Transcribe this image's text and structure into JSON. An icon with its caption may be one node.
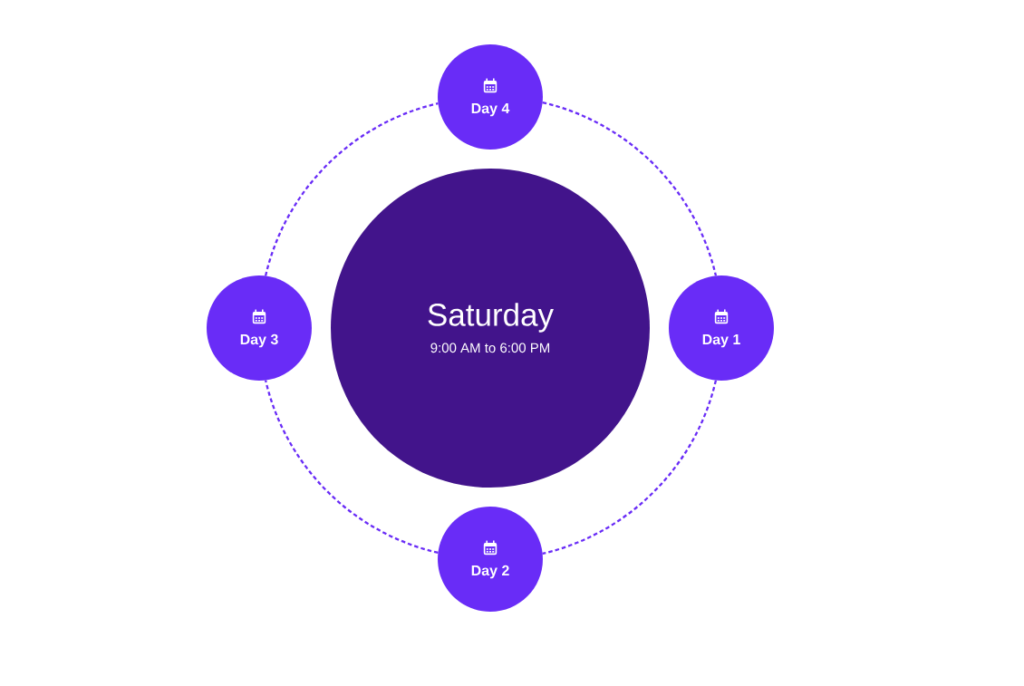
{
  "diagram": {
    "nodes": [
      {
        "text": [
          "Day 4"
        ]
      },
      {
        "text": [
          "Day 3"
        ]
      },
      {
        "text": [
          "Saturday",
          "9:00 AM to 6:00 PM"
        ]
      },
      {
        "text": [
          "Day 1"
        ]
      },
      {
        "text": [
          "Day 2"
        ]
      }
    ],
    "edges": [
      {
        "from": 0,
        "to": 3,
        "arrow": "none",
        "style": "dashed"
      },
      {
        "from": 3,
        "to": 4,
        "arrow": "none",
        "style": "dashed"
      },
      {
        "from": 4,
        "to": 1,
        "arrow": "none",
        "style": "dashed"
      },
      {
        "from": 1,
        "to": 0,
        "arrow": "none",
        "style": "dashed"
      }
    ]
  }
}
